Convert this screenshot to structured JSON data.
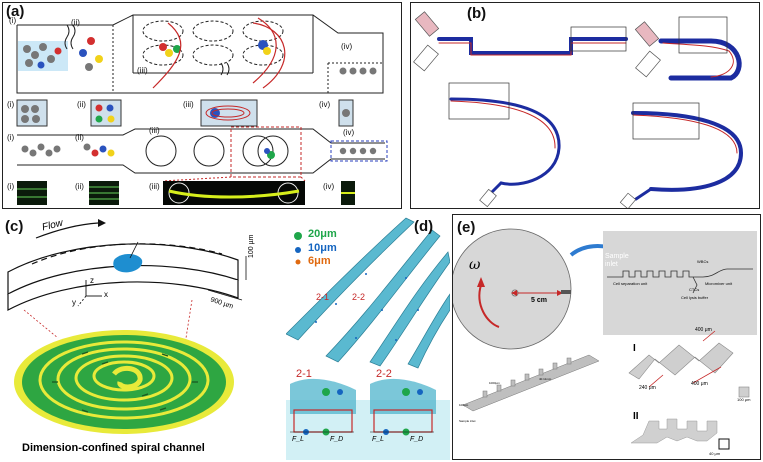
{
  "panels": {
    "a": {
      "label": "(a)",
      "sub_top": [
        "(i)",
        "(ii)",
        "(iii)",
        "(iv)"
      ],
      "row2": [
        "(i)",
        "(ii)",
        "(iii)",
        "(iv)"
      ],
      "row3": [
        "(i)",
        "(ii)",
        "(iii)",
        "(iv)"
      ],
      "row4": [
        "(i)",
        "(ii)",
        "(iii)",
        "(iv)"
      ]
    },
    "b": {
      "label": "(b)"
    },
    "c": {
      "label": "(c)",
      "flow": "Flow",
      "dim_height": "100 µm",
      "dim_width": "900 µm",
      "axis_x": "x",
      "axis_y": "y",
      "axis_z": "z",
      "caption": "Dimension-confined spiral channel"
    },
    "d": {
      "label": "(d)",
      "legend": [
        {
          "text": "20μm",
          "color": "#1fa64a"
        },
        {
          "text": "10μm",
          "color": "#1565c0"
        },
        {
          "text": "6μm",
          "color": "#e06a10"
        }
      ],
      "section_labels": [
        "2-1",
        "2-2"
      ],
      "bottom_labels": [
        "2-1",
        "2-2"
      ],
      "force_labels": [
        "F_L",
        "F_D",
        "F_L",
        "F_D"
      ]
    },
    "e": {
      "label": "(e)",
      "omega": "ω",
      "radius": "5 cm",
      "sample_inlet": "Sample\ninlet",
      "cell_separation": "Cell separation unit",
      "micromixer": "Micromixer unit",
      "cell_lysis": "Cell lysis buffer",
      "wb_label": "WBCs",
      "ctc_label": "CTCs",
      "roman_1": "I",
      "roman_2": "II",
      "dim_240": "240 μm",
      "dim_400a": "400 μm",
      "dim_400b": "400 μm",
      "dim_100": "100 μm",
      "dim_40": "40 μm",
      "sample_inlet_small": "Sample inlet",
      "dim_small_1": "100μm",
      "dim_small_2": "1000μm",
      "dim_small_3": "40.11mm"
    }
  }
}
